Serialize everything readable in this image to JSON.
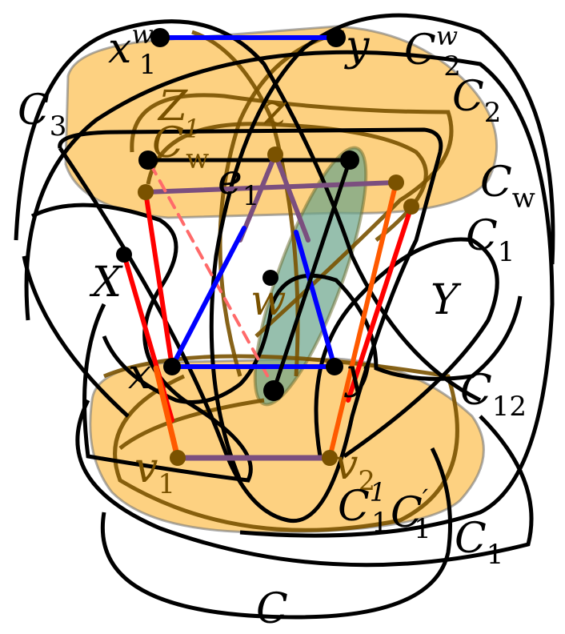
{
  "colors": {
    "region_fill": "#fdc96b",
    "green_region": "#6aa48a",
    "blue_edge": "#0000ff",
    "red_edge": "#ff0000",
    "orange_edge": "#ff5a00",
    "purple_edge": "#7b4f7f",
    "brown": "#7a5200",
    "black": "#000000"
  },
  "labels": [
    {
      "main": "x",
      "sub": "1",
      "sup": "w"
    },
    {
      "main": "y",
      "sub": "",
      "sup": ""
    },
    {
      "main": "C",
      "sub": "2",
      "sup": "w"
    },
    {
      "main": "C",
      "sub": "2",
      "sup": ""
    },
    {
      "main": "C",
      "sub": "3",
      "sup": ""
    },
    {
      "main": "Z",
      "sub": "",
      "sup": ""
    },
    {
      "main": "C",
      "sub": "w",
      "sup": "1"
    },
    {
      "main": "z",
      "sub": "",
      "sup": ""
    },
    {
      "main": "e",
      "sub": "1",
      "sup": ""
    },
    {
      "main": "C",
      "sub": "w",
      "sup": ""
    },
    {
      "main": "C",
      "sub": "1",
      "sup": ""
    },
    {
      "main": "X",
      "sub": "",
      "sup": ""
    },
    {
      "main": "w",
      "sub": "",
      "sup": ""
    },
    {
      "main": "Y",
      "sub": "",
      "sup": ""
    },
    {
      "main": "x",
      "sub": "",
      "sup": ""
    },
    {
      "main": "y",
      "sub": "",
      "sup": ""
    },
    {
      "main": "C",
      "sub": "12",
      "sup": ""
    },
    {
      "main": "v",
      "sub": "1",
      "sup": ""
    },
    {
      "main": "v",
      "sub": "2",
      "sup": ""
    },
    {
      "main": "C",
      "sub": "1",
      "sup": "1"
    },
    {
      "main": "C",
      "sub": "1",
      "sup": "′"
    },
    {
      "main": "C",
      "sub": "1",
      "sup": ""
    },
    {
      "main": "C",
      "sub": "",
      "sup": ""
    }
  ]
}
